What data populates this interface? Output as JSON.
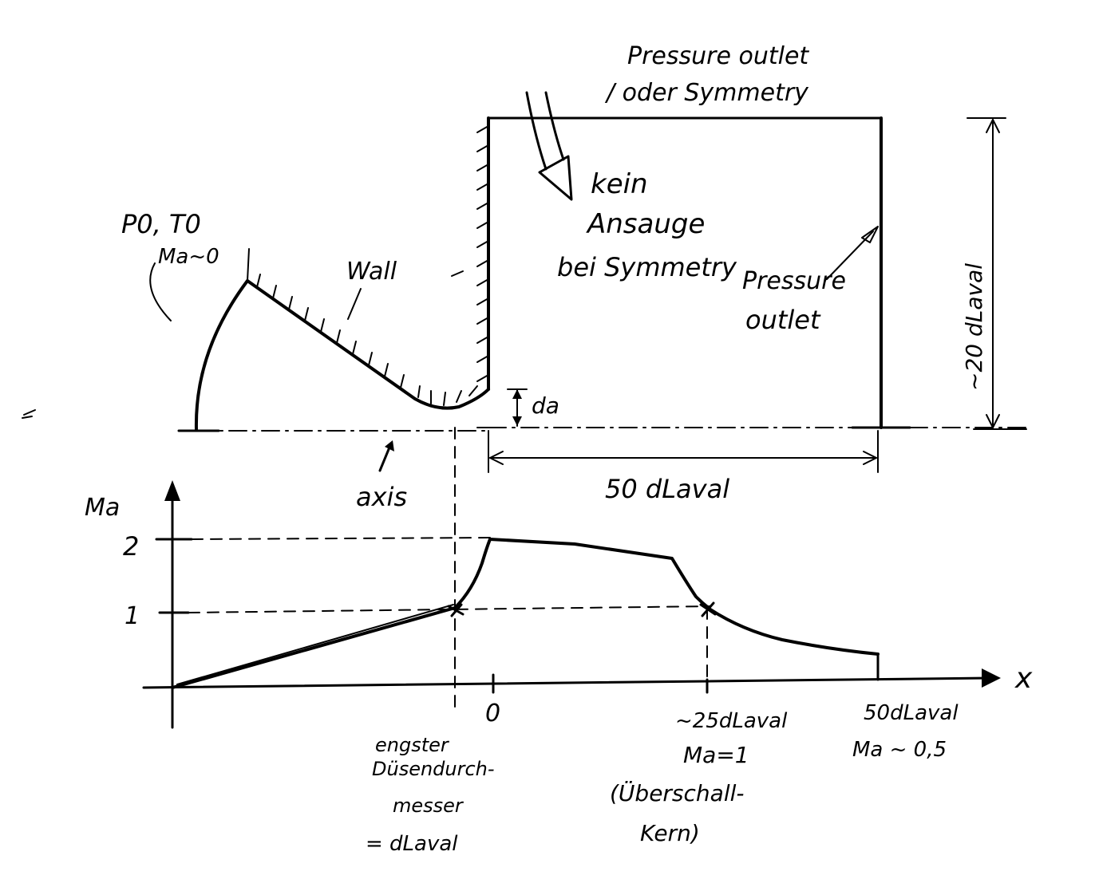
{
  "labels": {
    "bc_top_1": "Pressure outlet",
    "bc_top_2": "/ oder Symmetry",
    "kein_1": "kein",
    "kein_2": "Ansauge",
    "kein_3": "bei Symmetry",
    "pressure_outlet_1": "Pressure",
    "pressure_outlet_2": "outlet",
    "inlet_1": "P0, T0",
    "inlet_2": "Ma~0",
    "wall": "Wall",
    "axis": "axis",
    "d_label": "da",
    "width_dim": "50 dLaval",
    "height_dim": "~20 dLaval"
  },
  "plot": {
    "y_axis_label": "Ma",
    "x_axis_label": "x",
    "tick_y_2": "2",
    "tick_y_1": "1",
    "tick_x_0": "0",
    "tick_x_25_1": "~25dLaval",
    "tick_x_25_2": "Ma=1",
    "tick_x_25_3": "(Überschall-",
    "tick_x_25_4": "Kern)",
    "tick_x_50_1": "50dLaval",
    "tick_x_50_2": "Ma ~ 0,5",
    "throat_1": "engster",
    "throat_2": "Düsendurch-",
    "throat_3": "messer",
    "throat_4": "= dLaval"
  }
}
